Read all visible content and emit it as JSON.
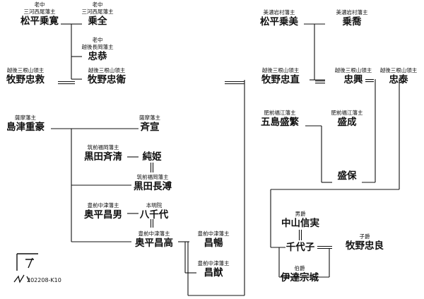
{
  "people": [
    {
      "id": "matsudaira_norihiro",
      "title": "老中\n三河西尾藩主",
      "name": "松平乗寛"
    },
    {
      "id": "noriyasu",
      "title": "老中\n三河西尾藩主",
      "name": "乗全"
    },
    {
      "id": "tadayasu_nagaoka",
      "title": "老中\n越後長岡藩主",
      "name": "忠恭"
    },
    {
      "id": "makino_tadahira",
      "title": "越後三根山領主",
      "name": "牧野忠救"
    },
    {
      "id": "makino_tadamori",
      "title": "越後三根山領主",
      "name": "牧野忠衛"
    },
    {
      "id": "matsudaira_noriyoshi",
      "title": "美濃岩村藩主",
      "name": "松平乗美"
    },
    {
      "id": "noritaka",
      "title": "美濃岩村藩主",
      "name": "乗喬"
    },
    {
      "id": "makino_tadanao",
      "title": "越後三根山領主",
      "name": "牧野忠直"
    },
    {
      "id": "tadaoki",
      "title": "越後三根山領主",
      "name": "忠興"
    },
    {
      "id": "tadahiro",
      "title": "越後三根山領主",
      "name": "忠泰"
    },
    {
      "id": "shimazu_shigehide",
      "title": "薩摩藩主",
      "name": "島津重豪"
    },
    {
      "id": "narinobu",
      "title": "薩摩藩主",
      "name": "斉宣"
    },
    {
      "id": "goto_moritada",
      "title": "肥前福江藩主",
      "name": "五島盛繁"
    },
    {
      "id": "morinari",
      "title": "肥前福江藩主",
      "name": "盛成"
    },
    {
      "id": "moriyasu",
      "title": "",
      "name": "盛保"
    },
    {
      "id": "kuroda_narikiyo",
      "title": "筑前福岡藩主",
      "name": "黒田斉清"
    },
    {
      "id": "junhime",
      "title": "",
      "name": "純姫"
    },
    {
      "id": "kuroda_nagahiro",
      "title": "筑前福岡藩主",
      "name": "黒田長溥"
    },
    {
      "id": "okudaira_masao",
      "title": "豊前中津藩主",
      "name": "奥平昌男"
    },
    {
      "id": "yachiyo",
      "title": "本明院",
      "name": "八千代"
    },
    {
      "id": "okudaira_masataka",
      "title": "豊前中津藩主",
      "name": "奥平昌高"
    },
    {
      "id": "masanobu",
      "title": "豊前中津藩主",
      "name": "昌暢"
    },
    {
      "id": "masamoto",
      "title": "豊前中津藩主",
      "name": "昌猷"
    },
    {
      "id": "nakayama_nobuzane",
      "title": "男爵",
      "name": "中山信実"
    },
    {
      "id": "chiyoko",
      "title": "",
      "name": "千代子"
    },
    {
      "id": "makino_tadayoshi",
      "title": "子爵",
      "name": "牧野忠良"
    },
    {
      "id": "date_munenari",
      "title": "伯爵",
      "name": "伊達宗城"
    }
  ],
  "footer": {
    "code": "202208-K10"
  }
}
